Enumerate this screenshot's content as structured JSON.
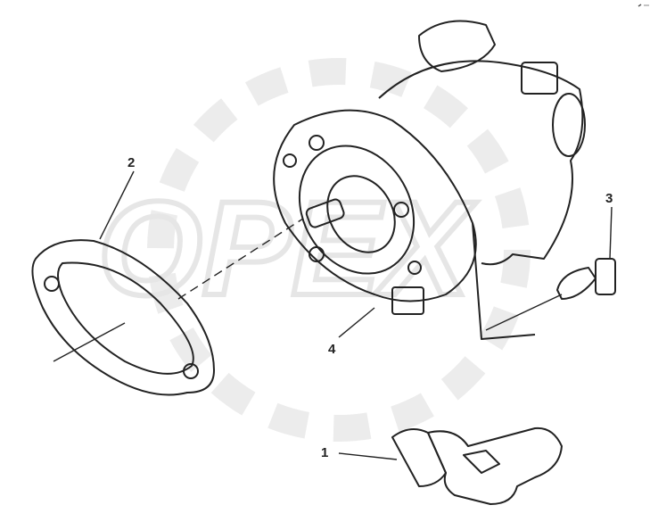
{
  "watermark": "OPEX",
  "callouts": [
    {
      "number": "1",
      "part": "elbow-fitting"
    },
    {
      "number": "2",
      "part": "gasket"
    },
    {
      "number": "3",
      "part": "bolt"
    },
    {
      "number": "4",
      "part": "pump-connector"
    }
  ],
  "colors": {
    "line": "#222222",
    "watermark": "#e6e6e6",
    "background": "#ffffff"
  }
}
